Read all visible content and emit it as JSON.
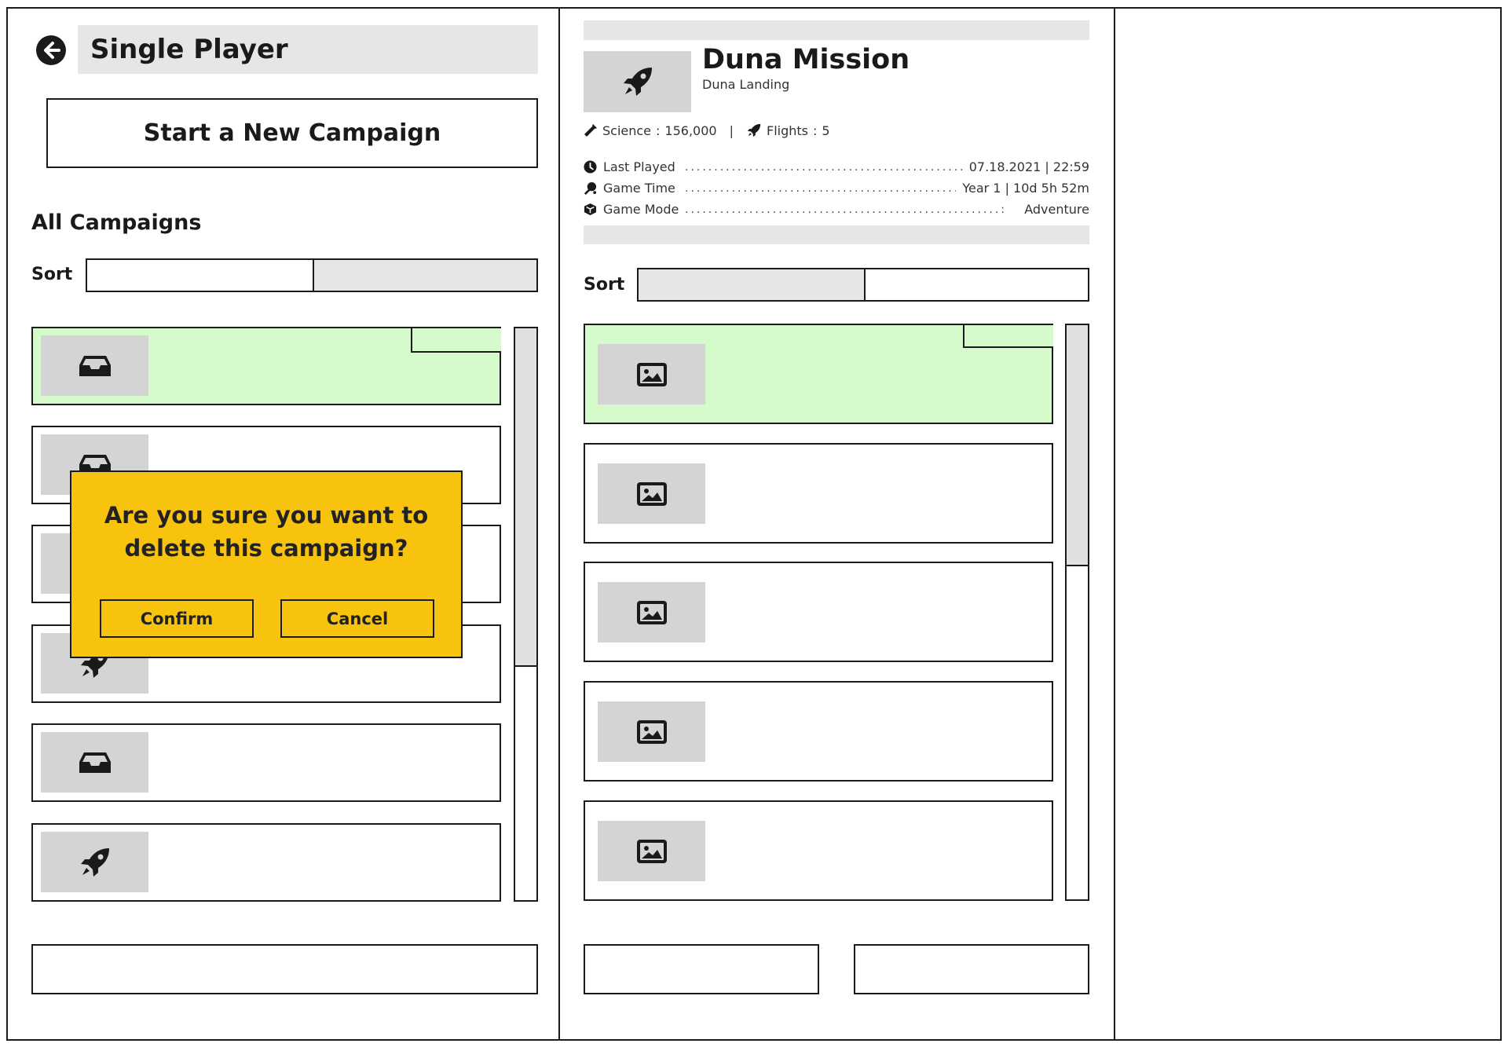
{
  "left_panel": {
    "title": "Single Player",
    "new_campaign_label": "Start a New Campaign",
    "section_heading": "All Campaigns",
    "sort_label": "Sort",
    "campaign_icons": [
      "inbox-icon",
      "inbox-icon",
      "inbox-icon",
      "rocket-icon",
      "inbox-icon",
      "rocket-icon"
    ],
    "selected_index": 0
  },
  "dialog": {
    "question_line1": "Are you sure you want to",
    "question_line2": "delete this campaign?",
    "confirm_label": "Confirm",
    "cancel_label": "Cancel",
    "background_color": "#f8c30f"
  },
  "mission": {
    "title": "Duna Mission",
    "subtitle": "Duna Landing",
    "science_label": "Science",
    "science_value": "156,000",
    "flights_label": "Flights",
    "flights_value": "5",
    "separator": "|",
    "colon": ":",
    "details": [
      {
        "icon": "clock-icon",
        "label": "Last Played",
        "value": "07.18.2021 | 22:59"
      },
      {
        "icon": "game-time-icon",
        "label": "Game Time",
        "value": "Year 1 | 10d 5h 52m"
      },
      {
        "icon": "cube-icon",
        "label": "Game Mode",
        "value": "Adventure"
      }
    ],
    "sort_label": "Sort",
    "save_icons": [
      "image-icon",
      "image-icon",
      "image-icon",
      "image-icon",
      "image-icon"
    ],
    "selected_index": 0
  },
  "colors": {
    "selected_row": "#d6fbcb",
    "placeholder": "#e6e6e6",
    "thumbnail": "#d4d4d4",
    "outline": "#1a1a1a"
  }
}
